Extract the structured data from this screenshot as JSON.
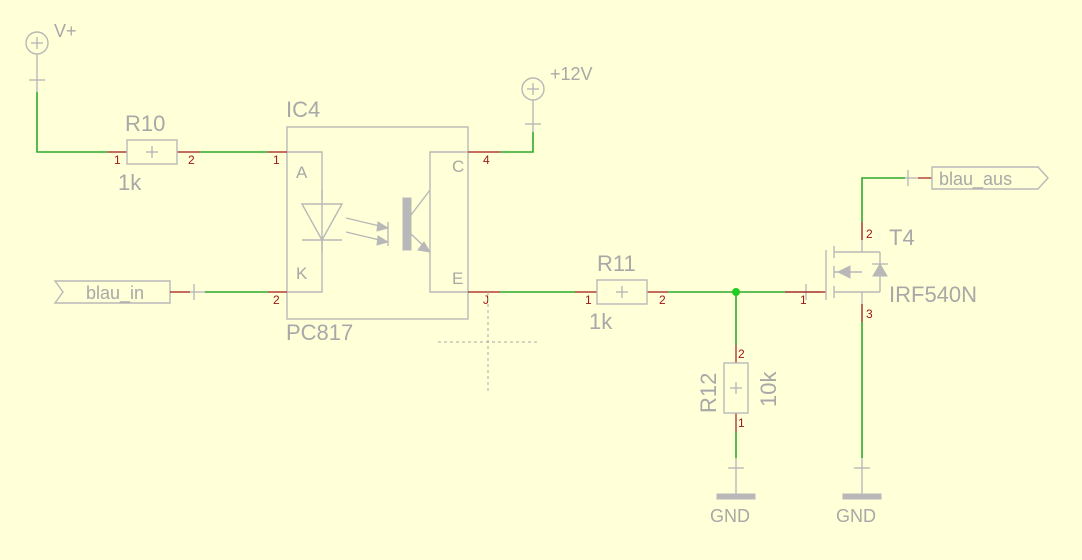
{
  "supplies": {
    "vplus": "V+",
    "v12": "+12V",
    "gnd1": "GND",
    "gnd2": "GND"
  },
  "r10": {
    "name": "R10",
    "value": "1k",
    "pin1": "1",
    "pin2": "2"
  },
  "ic4": {
    "name": "IC4",
    "part": "PC817",
    "pin_a_label": "A",
    "pin_k_label": "K",
    "pin_c_label": "C",
    "pin_e_label": "E",
    "pin1": "1",
    "pin2": "2",
    "pin3": "J",
    "pin4": "4"
  },
  "r11": {
    "name": "R11",
    "value": "1k",
    "pin1": "1",
    "pin2": "2"
  },
  "r12": {
    "name": "R12",
    "value": "10k",
    "pin1": "1",
    "pin2": "2"
  },
  "t4": {
    "name": "T4",
    "part": "IRF540N",
    "pin1": "1",
    "pin2": "2",
    "pin3": "3"
  },
  "ports": {
    "blau_in": "blau_in",
    "blau_aus": "blau_aus"
  },
  "colors": {
    "background": "#ffffd8",
    "wire": "#2eaa2e",
    "pin": "#a01818",
    "part": "#b8b8b8",
    "junction": "#22cc22"
  }
}
